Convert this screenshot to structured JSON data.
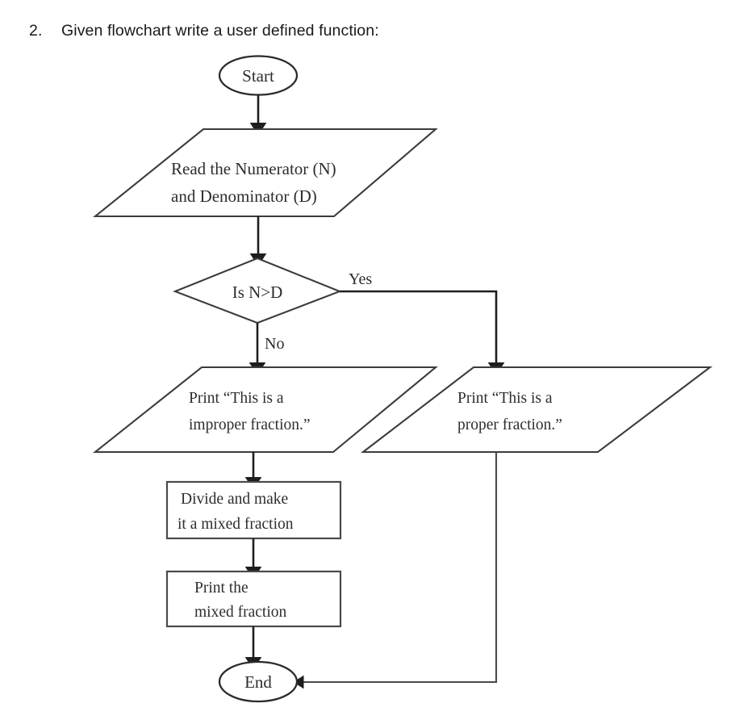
{
  "question": {
    "number": "2.",
    "text": "Given flowchart write a user defined function:"
  },
  "flowchart": {
    "title": "fraction-classifier-flowchart",
    "nodes": {
      "start": {
        "label": "Start",
        "shape": "oval"
      },
      "read_input": {
        "line1": "Read the Numerator (N)",
        "line2": "and Denominator (D)",
        "shape": "parallelogram"
      },
      "decision": {
        "label": "Is N>D",
        "shape": "diamond"
      },
      "print_improper": {
        "line1": "Print “This is a",
        "line2": "improper  fraction.”",
        "shape": "parallelogram"
      },
      "print_proper": {
        "line1": "Print “This is a",
        "line2": "proper fraction.”",
        "shape": "parallelogram"
      },
      "divide": {
        "line1": "Divide and make",
        "line2": "it a mixed fraction",
        "shape": "rectangle"
      },
      "print_mixed": {
        "line1": "Print the",
        "line2": "mixed fraction",
        "shape": "rectangle"
      },
      "end": {
        "label": "End",
        "shape": "oval"
      }
    },
    "branch_labels": {
      "yes": "Yes",
      "no": "No"
    },
    "colors": {
      "stroke": "#3c3c3f",
      "connector": "#1e1e20",
      "text": "#2d2d33",
      "background": "#ffffff"
    }
  }
}
